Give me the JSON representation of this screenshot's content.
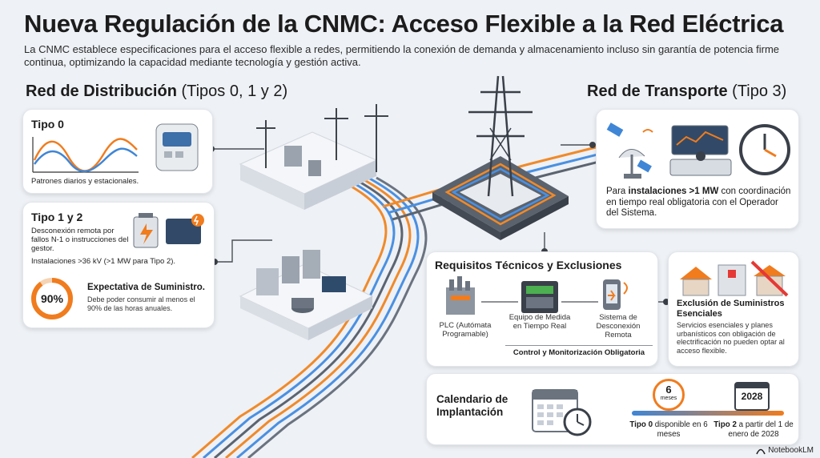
{
  "header": {
    "title": "Nueva Regulación de la CNMC: Acceso Flexible a la Red Eléctrica",
    "subtitle": "La CNMC establece especificaciones para el acceso flexible a redes, permitiendo la conexión de demanda y almacenamiento incluso sin garantía de potencia firme continua, optimizando la capacidad mediante tecnología y gestión activa."
  },
  "distribucion": {
    "heading_bold": "Red de Distribución",
    "heading_rest": "(Tipos 0, 1 y 2)",
    "tipo0": {
      "title": "Tipo 0",
      "text": "Patrones diarios y estacionales."
    },
    "tipo12": {
      "title": "Tipo 1 y 2",
      "text1": "Desconexión remota por fallos N-1 o instrucciones del gestor.",
      "text2": "Instalaciones >36 kV (>1 MW para Tipo 2).",
      "expectativa_value": "90%",
      "expectativa_percent": 90,
      "expectativa_title": "Expectativa de Suministro.",
      "expectativa_text": "Debe poder consumir al menos el 90% de las horas anuales."
    }
  },
  "transporte": {
    "heading_bold": "Red de Transporte",
    "heading_rest": "(Tipo 3)",
    "text_prefix": "Para ",
    "text_bold": "instalaciones >1 MW",
    "text_rest": " con coordinación en tiempo real obligatoria con el Operador del Sistema."
  },
  "requisitos": {
    "title": "Requisitos Técnicos y Exclusiones",
    "items": [
      {
        "label": "PLC (Autómata Programable)"
      },
      {
        "label": "Equipo de Medida en Tiempo Real"
      },
      {
        "label": "Sistema de Desconexión Remota"
      }
    ],
    "footer": "Control y Monitorización Obligatoria"
  },
  "exclusion": {
    "title": "Exclusión de Suministros Esenciales",
    "text": "Servicios esenciales y planes urbanísticos con obligación de electrificación no pueden optar al acceso flexible."
  },
  "calendario": {
    "title": "Calendario de Implantación",
    "badge_months_num": "6",
    "badge_months_label": "meses",
    "badge_year": "2028",
    "tipo0_bold": "Tipo 0",
    "tipo0_rest": " disponible en 6 meses",
    "tipo2_bold": "Tipo 2",
    "tipo2_rest": " a partir del 1 de enero de 2028"
  },
  "branding": {
    "label": "NotebookLM"
  },
  "colors": {
    "orange": "#f07c1e",
    "blue": "#3f86d6",
    "dark": "#3a4049"
  }
}
